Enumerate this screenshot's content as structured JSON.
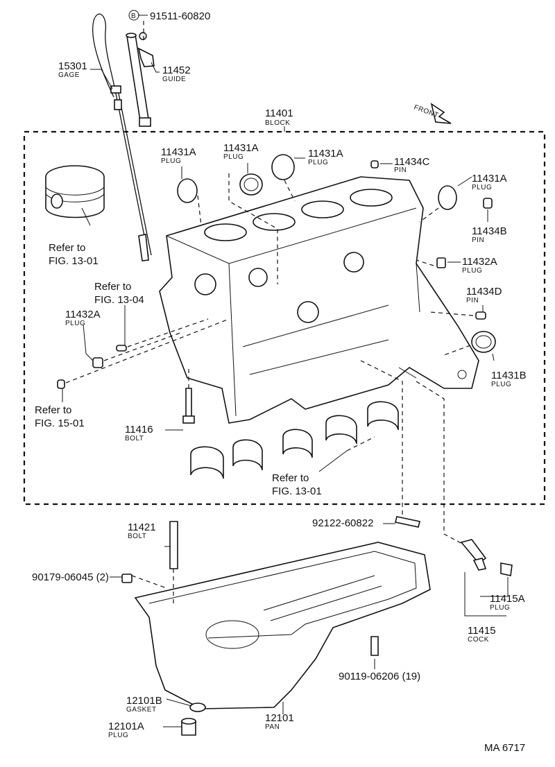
{
  "drawing_code": "MA 6717",
  "front_label": "FRONT",
  "parts": {
    "p15301": {
      "num": "15301",
      "sub": "GAGE"
    },
    "p91511": {
      "num": "91511-60820",
      "circled": "B"
    },
    "p11452": {
      "num": "11452",
      "sub": "GUIDE"
    },
    "p11401": {
      "num": "11401",
      "sub": "BLOCK"
    },
    "p11431a_1": {
      "num": "11431A",
      "sub": "PLUG"
    },
    "p11431a_2": {
      "num": "11431A",
      "sub": "PLUG"
    },
    "p11431a_3": {
      "num": "11431A",
      "sub": "PLUG"
    },
    "p11431a_4": {
      "num": "11431A",
      "sub": "PLUG"
    },
    "p11434c": {
      "num": "11434C",
      "sub": "PIN"
    },
    "p11434b": {
      "num": "11434B",
      "sub": "PIN"
    },
    "p11432a_r": {
      "num": "11432A",
      "sub": "PLUG"
    },
    "p11434d": {
      "num": "11434D",
      "sub": "PIN"
    },
    "p11431b": {
      "num": "11431B",
      "sub": "PLUG"
    },
    "p11432a_l": {
      "num": "11432A",
      "sub": "PLUG"
    },
    "p11416": {
      "num": "11416",
      "sub": "BOLT"
    },
    "p11421": {
      "num": "11421",
      "sub": "BOLT"
    },
    "p92122": {
      "num": "92122-60822"
    },
    "p90179": {
      "num": "90179-06045 (2)"
    },
    "p11415a": {
      "num": "11415A",
      "sub": "PLUG"
    },
    "p11415": {
      "num": "11415",
      "sub": "COCK"
    },
    "p90119": {
      "num": "90119-06206 (19)"
    },
    "p12101b": {
      "num": "12101B",
      "sub": "GASKET"
    },
    "p12101a": {
      "num": "12101A",
      "sub": "PLUG"
    },
    "p12101": {
      "num": "12101",
      "sub": "PAN"
    }
  },
  "refs": {
    "r1301a": {
      "l1": "Refer to",
      "l2": "FIG. 13-01"
    },
    "r1304": {
      "l1": "Refer to",
      "l2": "FIG. 13-04"
    },
    "r1501": {
      "l1": "Refer to",
      "l2": "FIG. 15-01"
    },
    "r1301b": {
      "l1": "Refer to",
      "l2": "FIG. 13-01"
    }
  }
}
